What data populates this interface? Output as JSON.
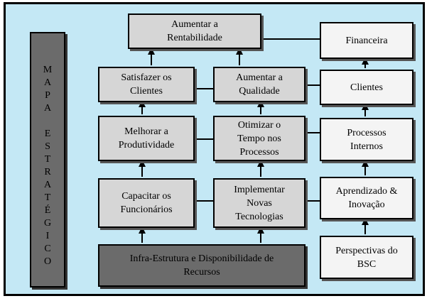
{
  "side_label": {
    "line1": [
      "M",
      "A",
      "P",
      "A"
    ],
    "line2": [
      "E",
      "S",
      "T",
      "R",
      "A",
      "T",
      "É",
      "G",
      "I",
      "C",
      "O"
    ]
  },
  "boxes": {
    "aumentar_rentabilidade": "Aumentar a\nRentabilidade",
    "satisfazer_clientes": "Satisfazer os\nClientes",
    "aumentar_qualidade": "Aumentar a\nQualidade",
    "melhorar_produtividade": "Melhorar a\nProdutividade",
    "otimizar_tempo": "Otimizar o\nTempo nos\nProcessos",
    "capacitar_funcionarios": "Capacitar os\nFuncionários",
    "implementar_tecnologias": "Implementar\nNovas\nTecnologias",
    "infra_estrutura": "Infra-Estrutura e Disponibilidade de\nRecursos"
  },
  "perspectives": {
    "financeira": "Financeira",
    "clientes": "Clientes",
    "processos_internos": "Processos\nInternos",
    "aprendizado_inovacao": "Aprendizado &\nInovação",
    "perspectivas_bsc": "Perspectivas do\nBSC"
  },
  "colors": {
    "background": "#c4e8f5",
    "light_box": "#d6d6d6",
    "white_box": "#f4f4f4",
    "dark_box": "#6b6b6b"
  }
}
